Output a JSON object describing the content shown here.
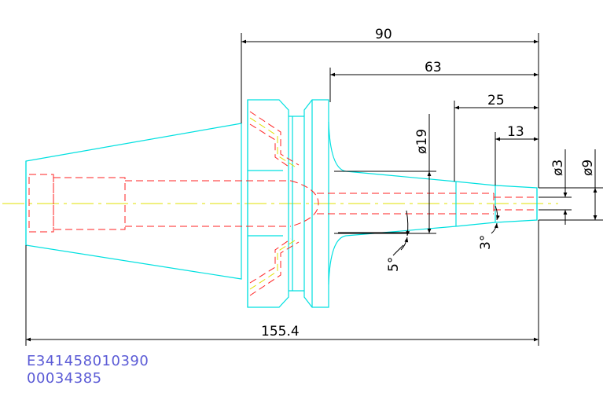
{
  "dimensions": {
    "length_90": "90",
    "length_63": "63",
    "length_25": "25",
    "length_13": "13",
    "diameter_19": "ø19",
    "diameter_3": "ø3",
    "diameter_9": "ø9",
    "angle_5": "5°",
    "angle_3": "3°",
    "total_length": "155.4"
  },
  "codes": {
    "line1": "E341458010390",
    "line2": "00034385"
  },
  "colors": {
    "outline": "#00e0e0",
    "hidden": "#ff2020",
    "center": "#e0e000",
    "dimension": "#000000",
    "code_text": "#5b5bd6"
  }
}
